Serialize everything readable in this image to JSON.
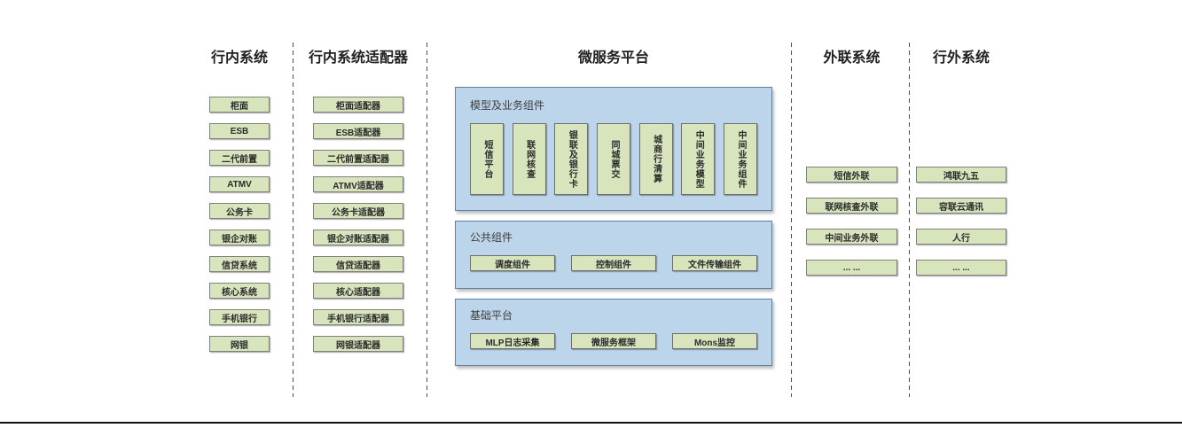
{
  "columns": {
    "inbank": {
      "title": "行内系统",
      "items": [
        "柜面",
        "ESB",
        "二代前置",
        "ATMV",
        "公务卡",
        "银企对账",
        "信贷系统",
        "核心系统",
        "手机银行",
        "网银"
      ]
    },
    "adapters": {
      "title": "行内系统适配器",
      "items": [
        "柜面适配器",
        "ESB适配器",
        "二代前置适配器",
        "ATMV适配器",
        "公务卡适配器",
        "银企对账适配器",
        "信贷适配器",
        "核心适配器",
        "手机银行适配器",
        "网银适配器"
      ]
    },
    "platform": {
      "title": "微服务平台",
      "groups": {
        "model": {
          "label": "模型及业务组件",
          "items": [
            "短信平台",
            "联网核查",
            "银联及银行卡",
            "同城票交",
            "城商行清算",
            "中间业务模型",
            "中间业务组件"
          ]
        },
        "common": {
          "label": "公共组件",
          "items": [
            "调度组件",
            "控制组件",
            "文件传输组件"
          ]
        },
        "base": {
          "label": "基础平台",
          "items": [
            "MLP日志采集",
            "微服务框架",
            "Mons监控"
          ]
        }
      }
    },
    "outbound": {
      "title": "外联系统",
      "items": [
        "短信外联",
        "联网核查外联",
        "中间业务外联",
        "... ..."
      ]
    },
    "external": {
      "title": "行外系统",
      "items": [
        "鸿联九五",
        "容联云通讯",
        "人行",
        "... ..."
      ]
    }
  },
  "colors": {
    "box_fill": "#d7e4bc",
    "box_border": "#7f7f7f",
    "panel_fill": "#bdd5ea",
    "panel_border": "#60809f",
    "separator": "#4d4d4d",
    "bottom_rule": "#0f0f0f",
    "background": "#ffffff"
  }
}
